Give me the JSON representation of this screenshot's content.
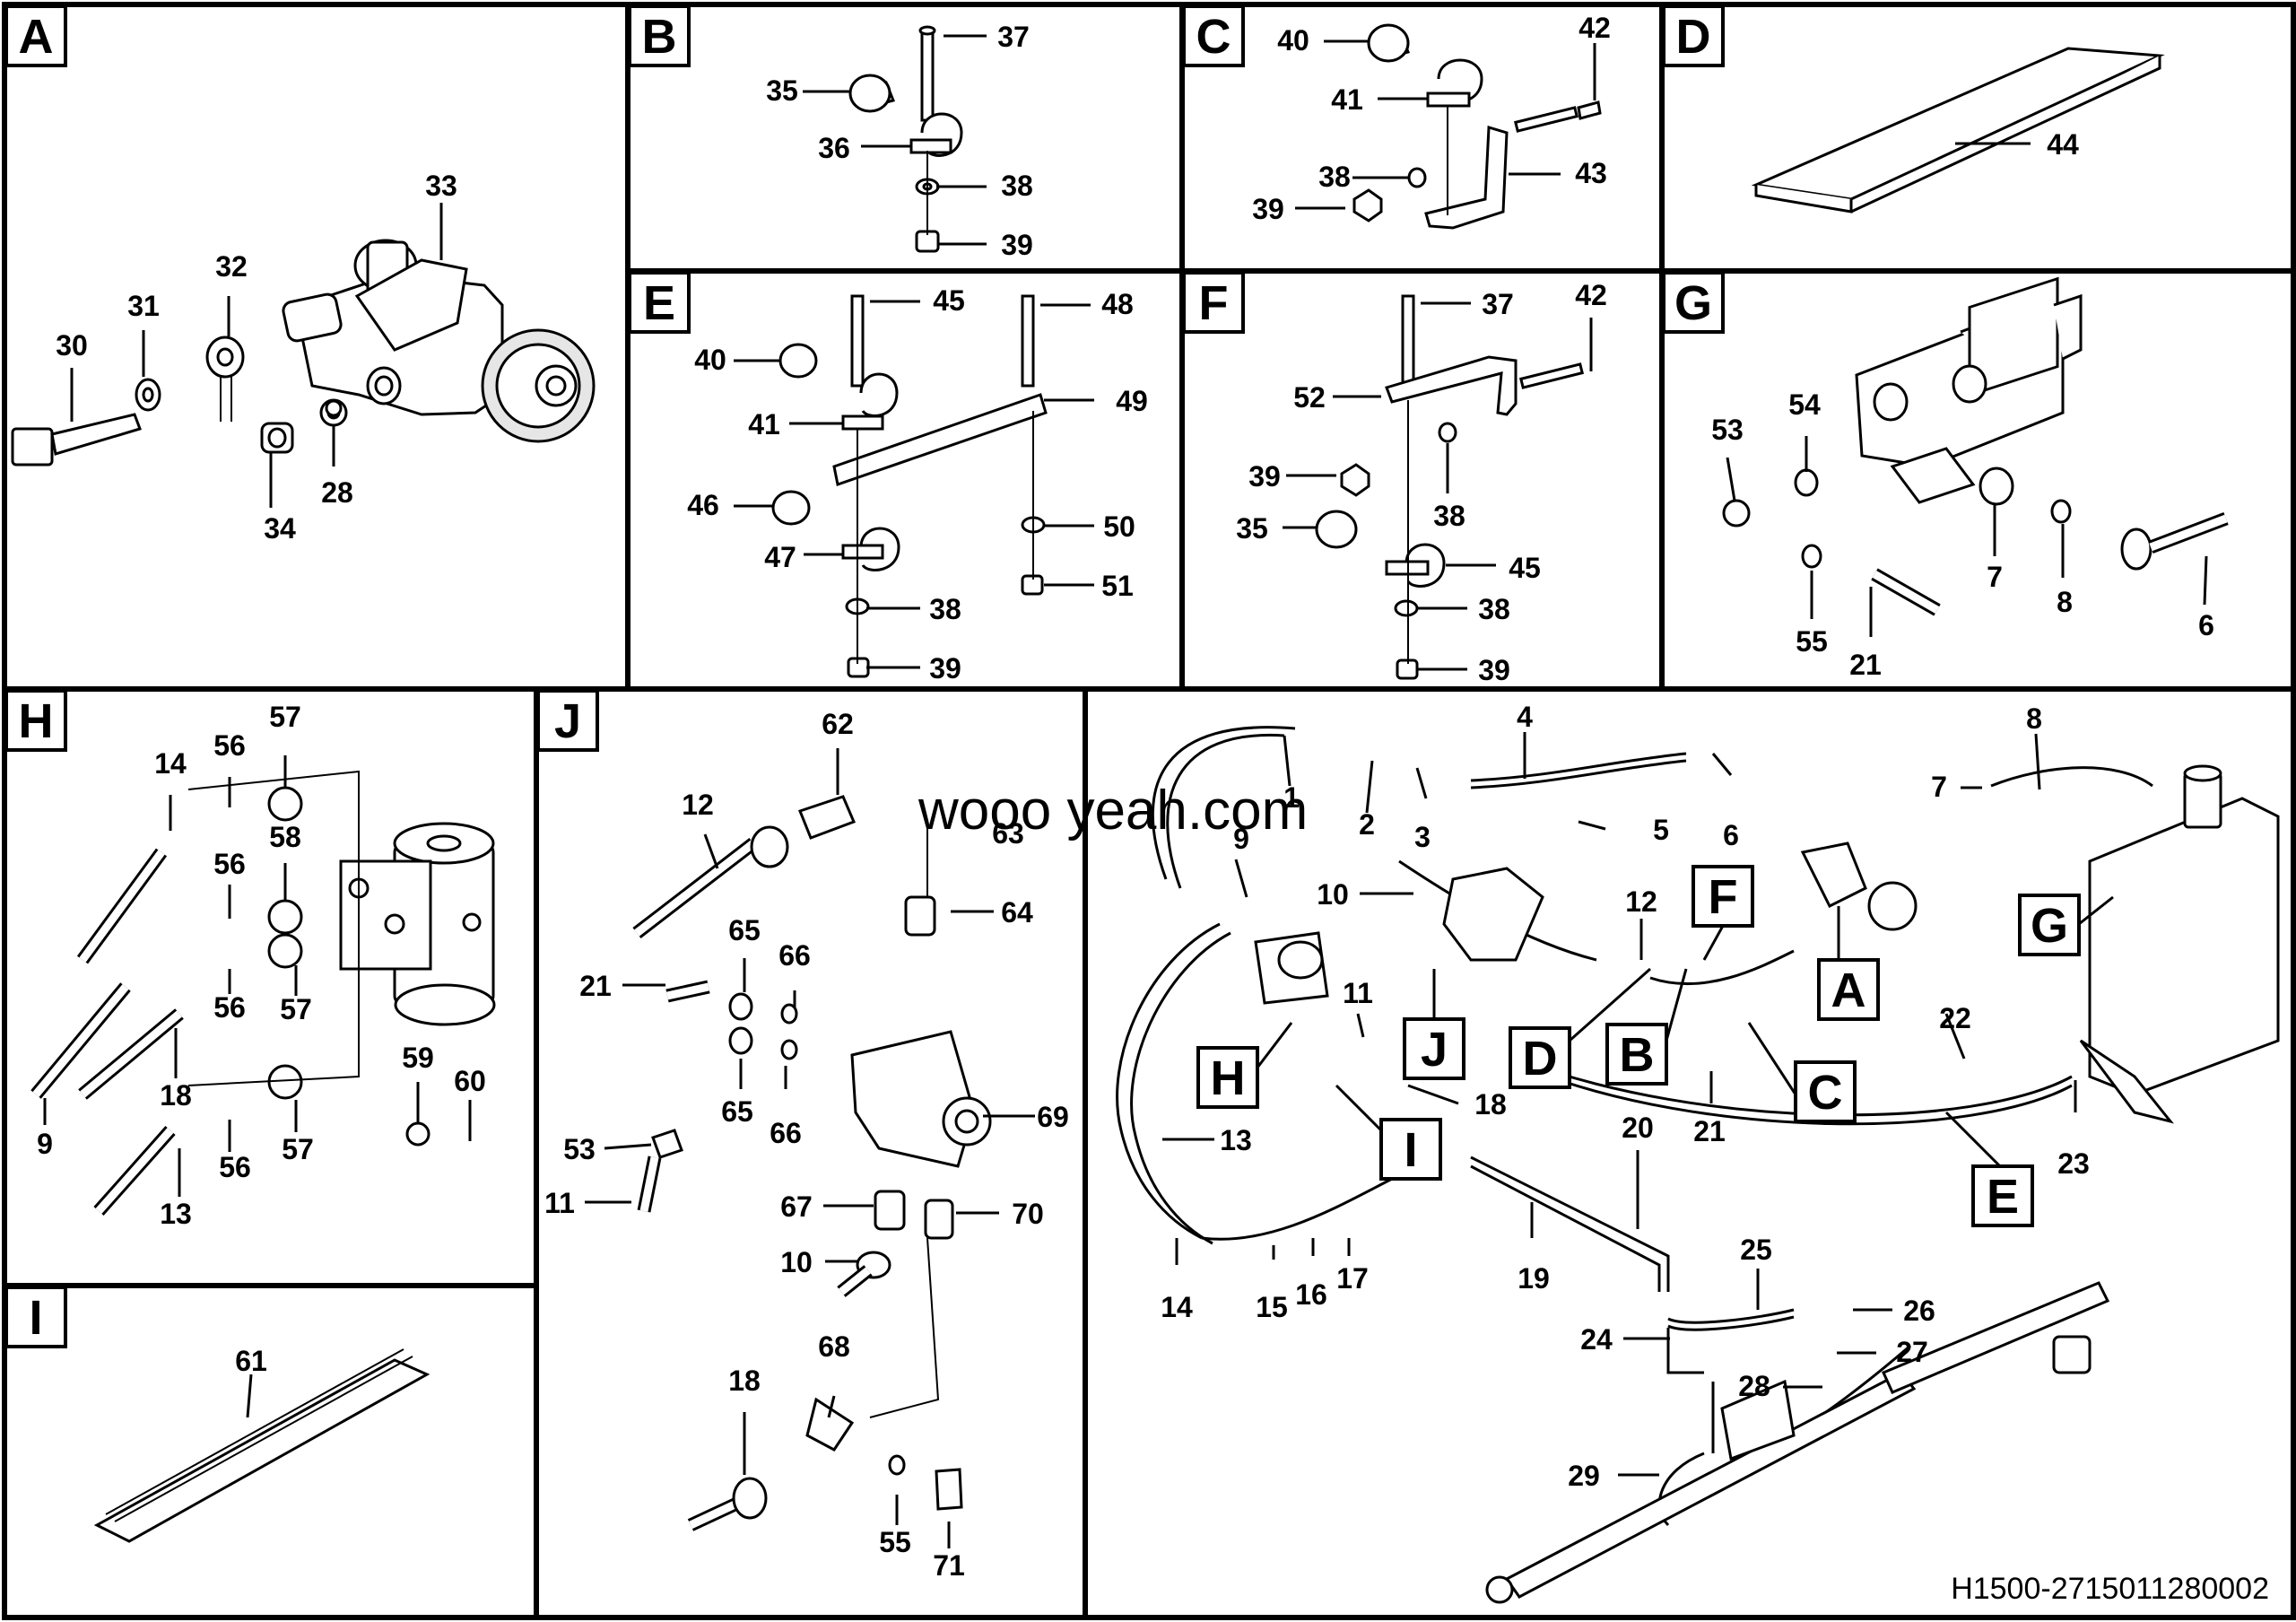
{
  "diagram": {
    "panels": {
      "A": {
        "tag": "A",
        "labels": [
          "33",
          "32",
          "31",
          "30",
          "28",
          "34"
        ]
      },
      "B": {
        "tag": "B",
        "labels": [
          "37",
          "35",
          "36",
          "38",
          "39"
        ]
      },
      "C": {
        "tag": "C",
        "labels": [
          "40",
          "42",
          "41",
          "38",
          "43",
          "39"
        ]
      },
      "D": {
        "tag": "D",
        "labels": [
          "44"
        ]
      },
      "E": {
        "tag": "E",
        "labels": [
          "45",
          "48",
          "40",
          "49",
          "41",
          "46",
          "50",
          "47",
          "51",
          "38",
          "39"
        ]
      },
      "F": {
        "tag": "F",
        "labels": [
          "37",
          "42",
          "52",
          "39",
          "38",
          "35",
          "45",
          "38",
          "39"
        ]
      },
      "G": {
        "tag": "G",
        "labels": [
          "54",
          "53",
          "7",
          "8",
          "55",
          "21",
          "6"
        ]
      },
      "H": {
        "tag": "H",
        "labels": [
          "57",
          "14",
          "56",
          "58",
          "56",
          "56",
          "57",
          "18",
          "59",
          "60",
          "9",
          "56",
          "13",
          "57"
        ]
      },
      "I": {
        "tag": "I",
        "labels": [
          "61"
        ]
      },
      "J": {
        "tag": "J",
        "labels": [
          "62",
          "12",
          "63",
          "64",
          "65",
          "66",
          "21",
          "65",
          "66",
          "69",
          "53",
          "11",
          "67",
          "70",
          "10",
          "68",
          "18",
          "55",
          "71"
        ]
      },
      "main": {
        "labels": [
          "1",
          "2",
          "3",
          "4",
          "5",
          "6",
          "7",
          "8",
          "9",
          "10",
          "11",
          "12",
          "13",
          "14",
          "15",
          "16",
          "17",
          "18",
          "19",
          "20",
          "21",
          "22",
          "23",
          "24",
          "25",
          "26",
          "27",
          "28",
          "29"
        ],
        "callouts": [
          "F",
          "G",
          "A",
          "H",
          "J",
          "D",
          "B",
          "C",
          "I",
          "E"
        ]
      }
    },
    "watermark": "wooo yeah.com",
    "reference": "H1500-2715011280002"
  }
}
